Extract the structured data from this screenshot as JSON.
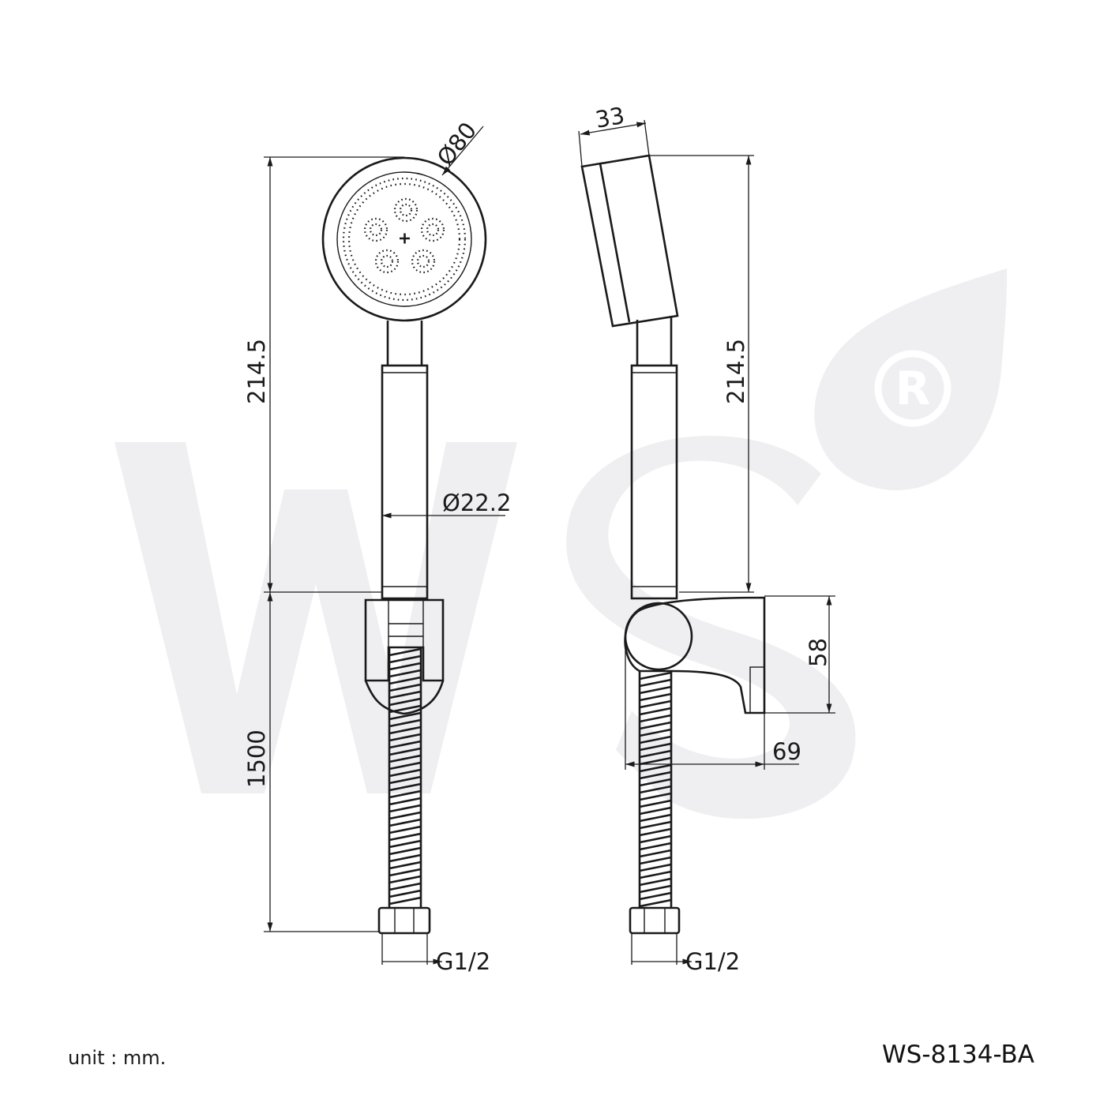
{
  "brand": {
    "watermark_letters": "WS",
    "registered_mark": "®"
  },
  "dimensions": {
    "head_diameter": "Ø80",
    "handle_diameter": "Ø22.2",
    "height_front": "214.5",
    "height_side": "214.5",
    "hose_length": "1500",
    "head_depth": "33",
    "holder_height": "58",
    "holder_projection": "69",
    "thread_front": "G1/2",
    "thread_side": "G1/2"
  },
  "footer": {
    "unit": "unit : mm.",
    "model": "WS-8134-BA"
  },
  "colors": {
    "line": "#1a1a1a",
    "watermark": "#efeff2"
  }
}
